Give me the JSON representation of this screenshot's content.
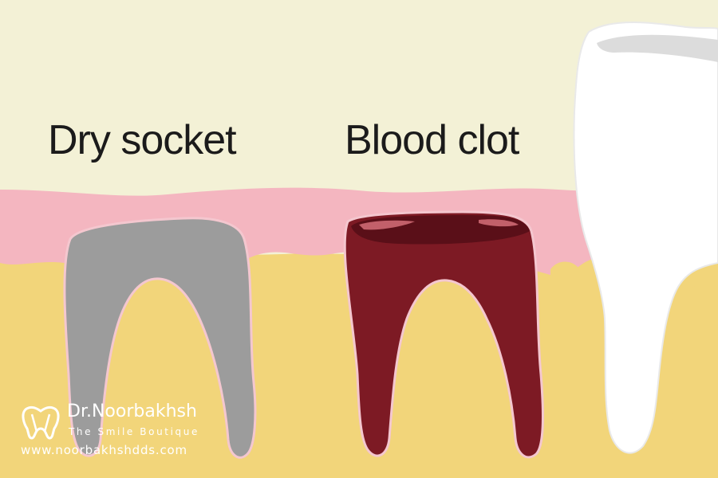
{
  "labels": {
    "dry_socket": "Dry socket",
    "blood_clot": "Blood clot"
  },
  "watermark": {
    "name": "Dr.Noorbakhsh",
    "tagline": "The Smile Boutique",
    "url": "www.noorbakhshdds.com"
  },
  "colors": {
    "background": "#f3f1d6",
    "gum": "#f4b6c0",
    "bone": "#f2d57a",
    "dry_socket": "#9c9c9c",
    "blood_clot": "#7d1a24",
    "tooth": "#ffffff"
  }
}
